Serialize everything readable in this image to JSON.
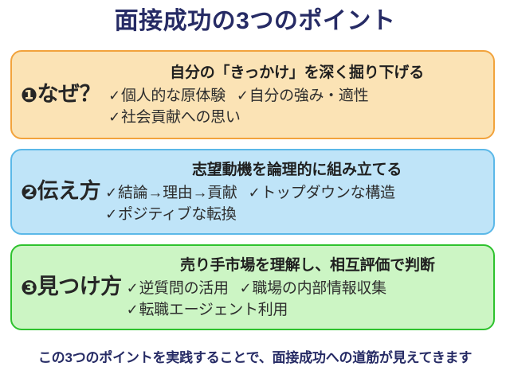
{
  "title": "面接成功の3つのポイント",
  "colors": {
    "title_navy": "#262b65",
    "card1_bg": "#fbe3b5",
    "card1_border": "#f2a33c",
    "card2_bg": "#bfe4f8",
    "card2_border": "#5bb8e8",
    "card3_bg": "#ccf5c4",
    "card3_border": "#2ec22e",
    "text_dark": "#262626",
    "page_bg": "#ffffff"
  },
  "cards": [
    {
      "badge": "❶",
      "label": "なぜ？",
      "heading": "自分の「きっかけ」を深く掘り下げる",
      "check_glyph": "✓",
      "items": [
        "個人的な原体験",
        "自分の強み・適性",
        "社会貢献への思い"
      ]
    },
    {
      "badge": "❷",
      "label": "伝え方",
      "heading": "志望動機を論理的に組み立てる",
      "check_glyph": "✓",
      "items": [
        "結論→理由→貢献",
        "トップダウンな構造",
        "ポジティブな転換"
      ]
    },
    {
      "badge": "❸",
      "label": "見つけ方",
      "heading": "売り手市場を理解し、相互評価で判断",
      "check_glyph": "✓",
      "items": [
        "逆質問の活用",
        "職場の内部情報収集",
        "転職エージェント利用"
      ]
    }
  ],
  "footer": "この3つのポイントを実践することで、面接成功への道筋が見えてきます"
}
